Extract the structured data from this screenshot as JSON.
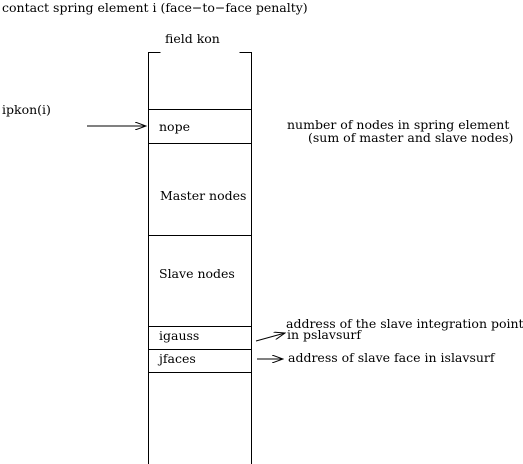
{
  "title": "contact spring element i (face−to−face penalty)",
  "field_label": "field kon",
  "pointer_label": "ipkon(i)",
  "cells": [
    {
      "label": "nope"
    },
    {
      "label": "Master nodes"
    },
    {
      "label": "Slave nodes"
    },
    {
      "label": "igauss"
    },
    {
      "label": "jfaces"
    }
  ],
  "notes": {
    "nope_line1": "number of nodes in spring element",
    "nope_line2": "(sum of master and slave nodes)",
    "igauss_line1": "address of the slave integration point",
    "igauss_line2": "in pslavsurf",
    "jfaces": "address of slave face in islavsurf"
  }
}
